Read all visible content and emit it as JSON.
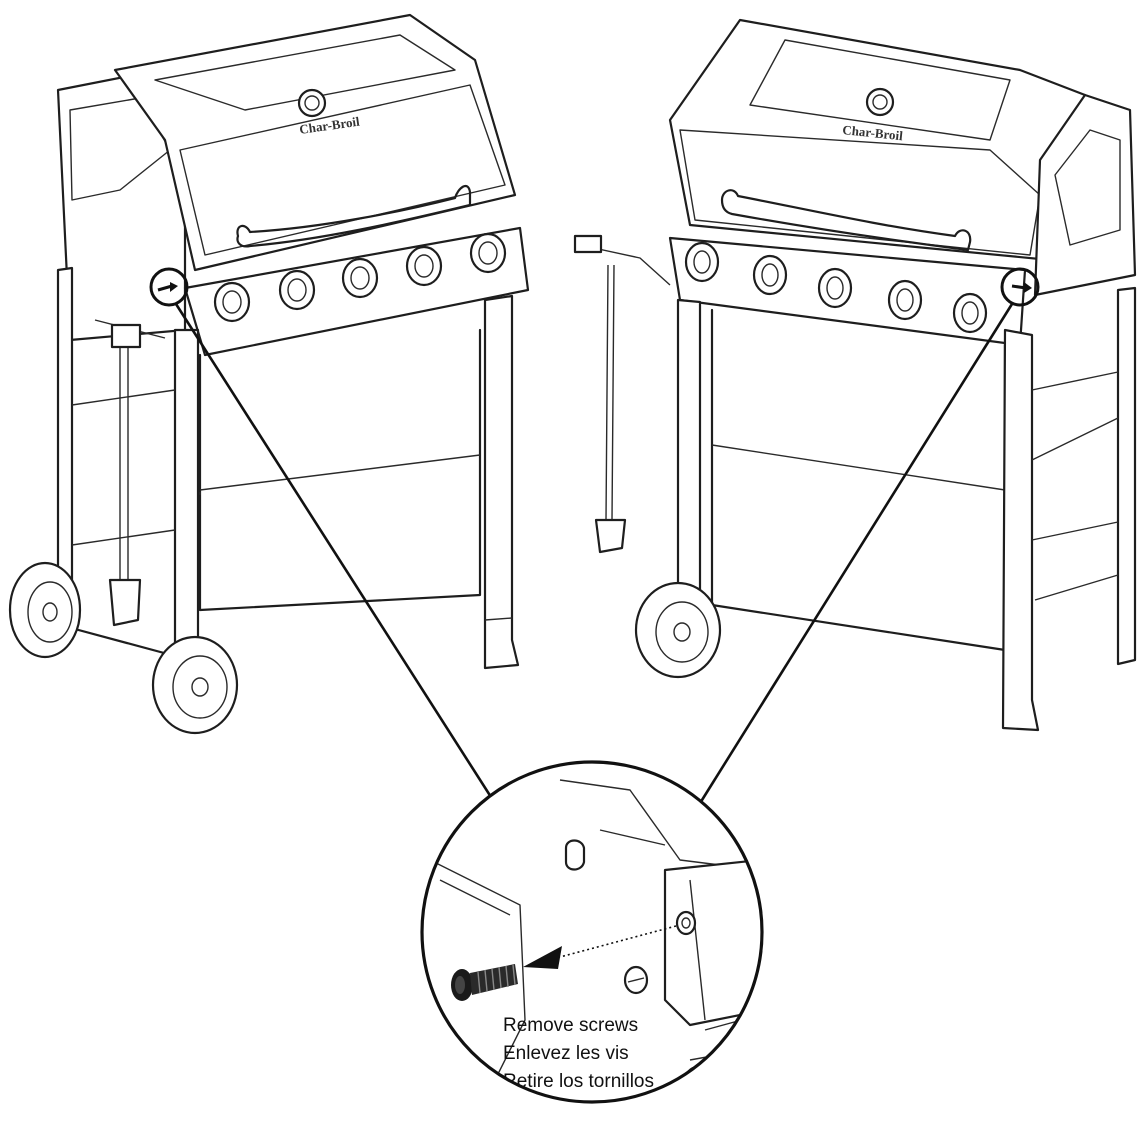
{
  "brand_logo": "Char-Broil",
  "callout": {
    "lines": [
      "Remove screws",
      "Enlevez les vis",
      "Retire los tornillos"
    ]
  },
  "colors": {
    "line": "#1e1e1e",
    "background": "#ffffff"
  }
}
